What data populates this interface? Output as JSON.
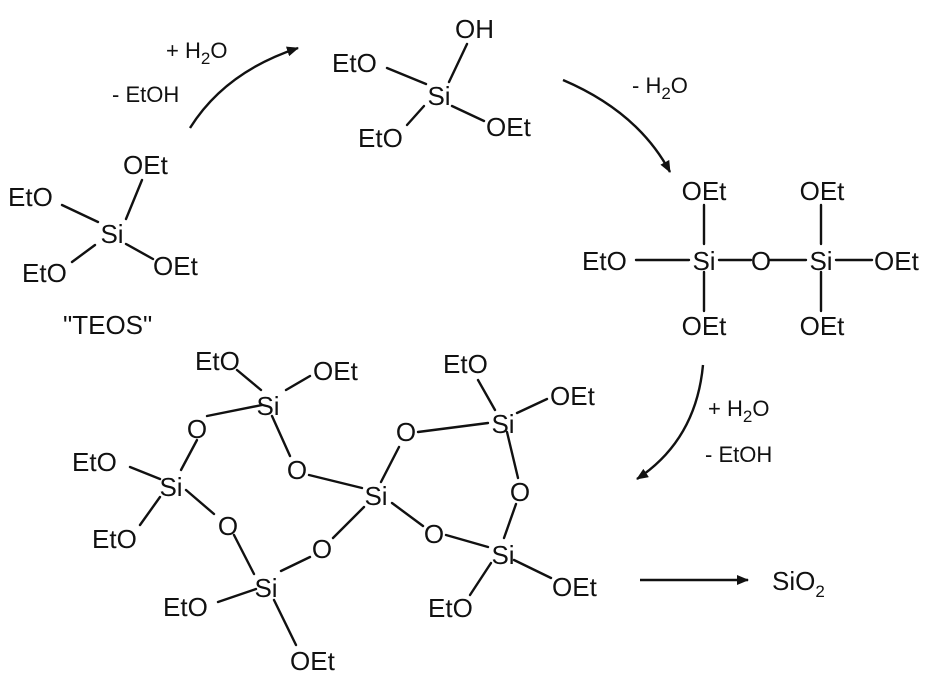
{
  "labels": {
    "eto": "EtO",
    "oet": "OEt",
    "oh": "OH",
    "si": "Si",
    "o": "O",
    "teos": "\"TEOS\"",
    "sio": "SiO",
    "two": "2"
  },
  "conditions": {
    "hydrolysis_water": "+ H",
    "hydrolysis_water_sub": "2",
    "hydrolysis_water_tail": "O",
    "hydrolysis_ethanol": "- EtOH",
    "condensation_water": "- H",
    "condensation_water_sub": "2",
    "condensation_water_tail": "O",
    "second_water": "+ H",
    "second_water_sub": "2",
    "second_water_tail": "O",
    "second_ethanol": "- EtOH"
  },
  "colors": {
    "ink": "#111111",
    "background": "#ffffff"
  }
}
